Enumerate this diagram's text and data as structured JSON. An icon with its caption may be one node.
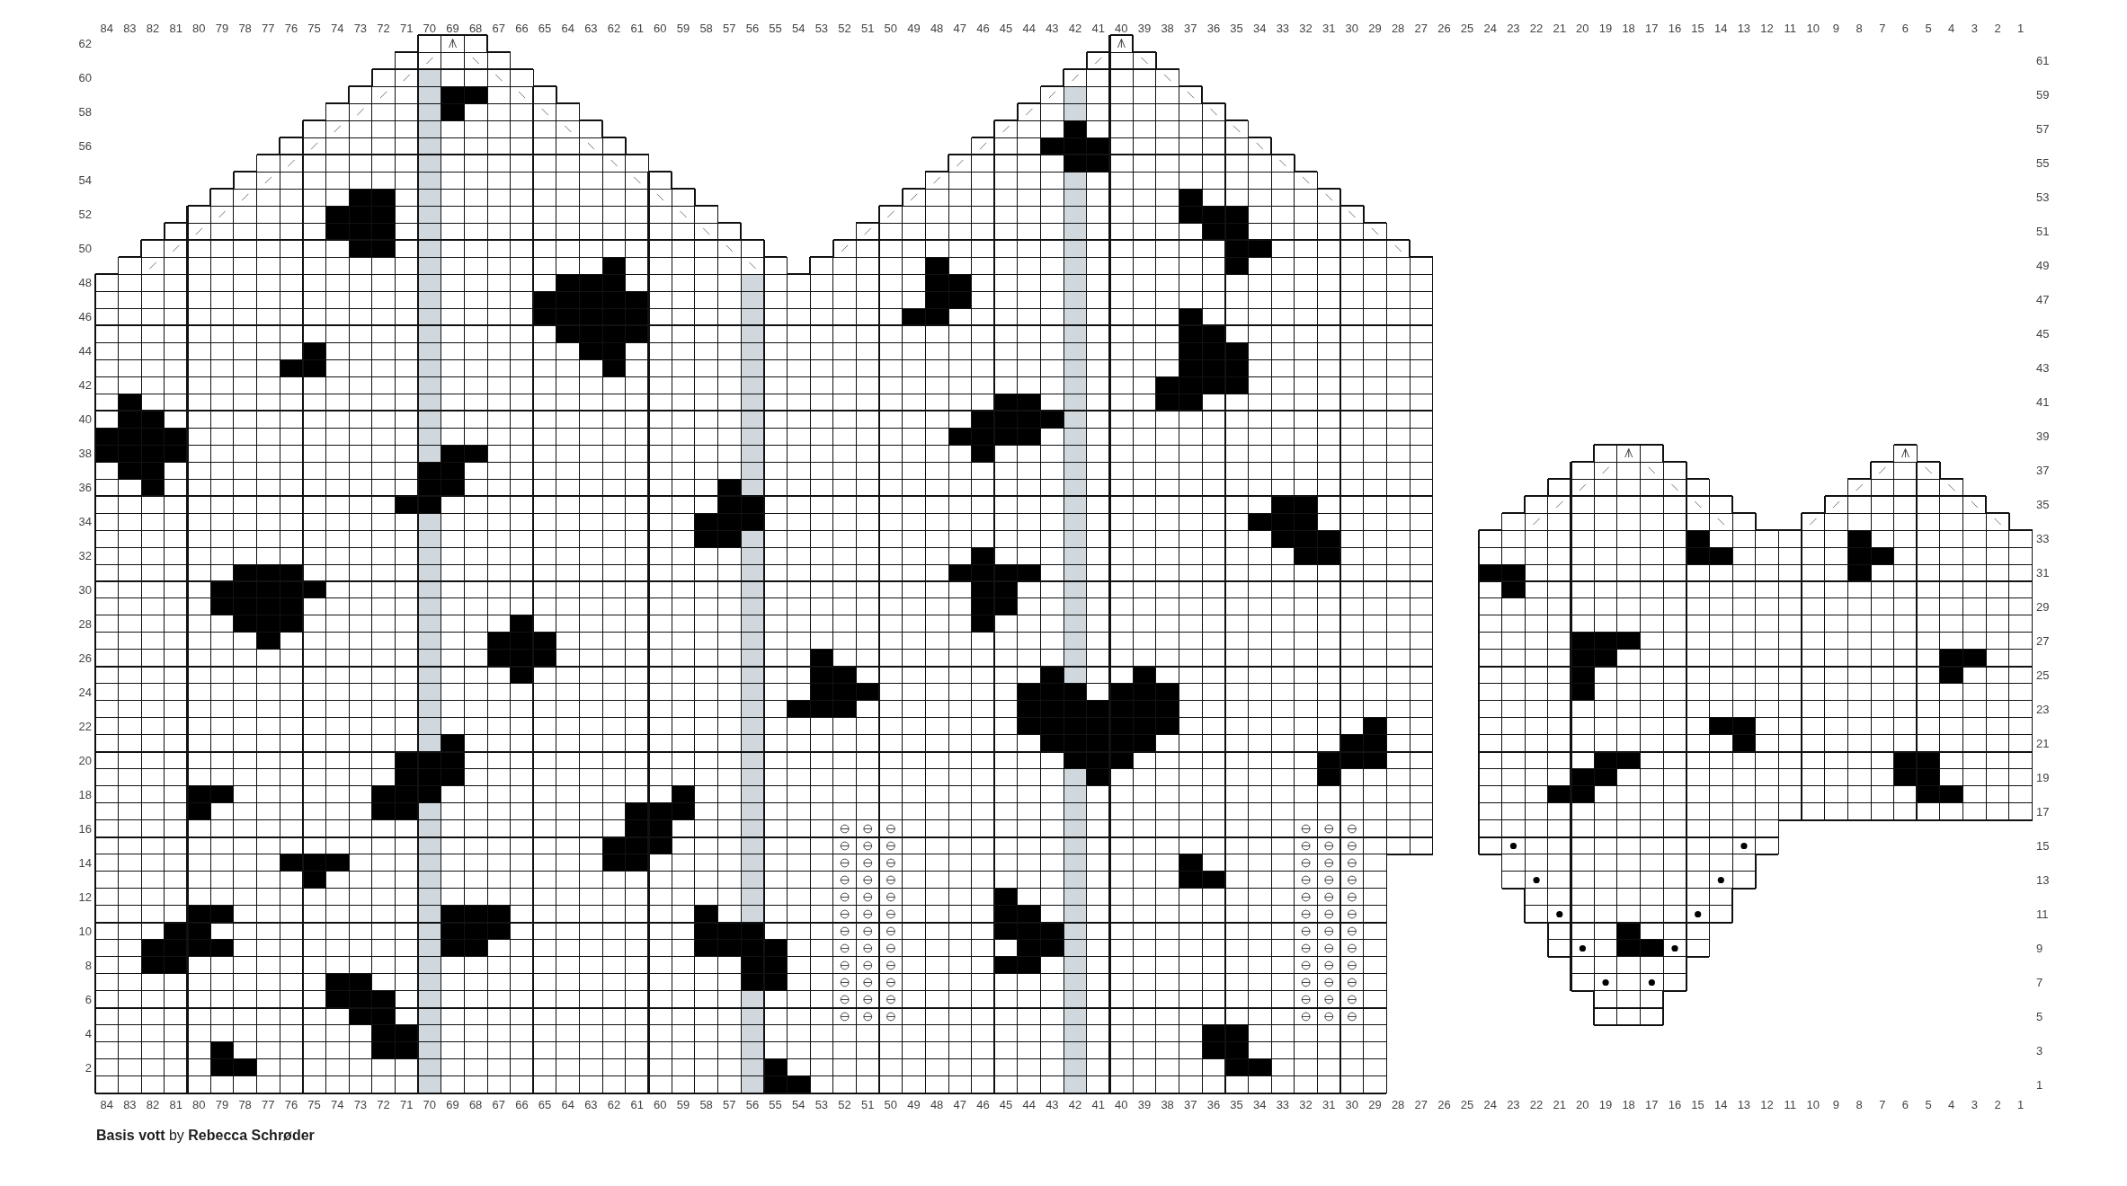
{
  "diagram": {
    "title": "**Basis vott** by **Rebecca Schrøder**",
    "labels": [
      "84",
      "83",
      "82",
      "81",
      "80",
      "79",
      "78",
      "77",
      "76",
      "75",
      "74",
      "73",
      "72",
      "71",
      "70",
      "69",
      "68",
      "67",
      "66",
      "65",
      "64",
      "63",
      "62",
      "61",
      "60",
      "59",
      "58",
      "57",
      "56",
      "55",
      "54",
      "53",
      "52",
      "51",
      "50",
      "49",
      "48",
      "47",
      "46",
      "45",
      "44",
      "43",
      "42",
      "41",
      "40",
      "39",
      "38",
      "37",
      "36",
      "35",
      "34",
      "33",
      "32",
      "31",
      "30",
      "29",
      "28",
      "27",
      "26",
      "25",
      "24",
      "23",
      "22",
      "21",
      "20",
      "19",
      "18",
      "17",
      "16",
      "15",
      "14",
      "13",
      "12",
      "11",
      "10",
      "9",
      "8",
      "7",
      "6",
      "5",
      "4",
      "3",
      "2",
      "1",
      "62",
      "61",
      "60",
      "59",
      "58",
      "57",
      "56",
      "55",
      "54",
      "53",
      "52",
      "51",
      "50",
      "49",
      "48",
      "47",
      "46",
      "45",
      "44",
      "43",
      "42",
      "41",
      "40",
      "39",
      "38",
      "37",
      "36",
      "35",
      "34",
      "33",
      "32",
      "31",
      "30",
      "29",
      "28",
      "27",
      "26",
      "25",
      "24",
      "23",
      "22",
      "21",
      "20",
      "19",
      "18",
      "17",
      "16",
      "15",
      "14",
      "13",
      "12",
      "11",
      "10",
      "9",
      "8",
      "7",
      "6",
      "5",
      "4",
      "3",
      "2",
      "1",
      "84",
      "83",
      "82",
      "81",
      "80",
      "79",
      "78",
      "77",
      "76",
      "75",
      "74",
      "73",
      "72",
      "71",
      "70",
      "69",
      "68",
      "67",
      "66",
      "65",
      "64",
      "63",
      "62",
      "61",
      "60",
      "59",
      "58",
      "57",
      "56",
      "55",
      "54",
      "53",
      "52",
      "51",
      "50",
      "49",
      "48",
      "47",
      "46",
      "45",
      "44",
      "43",
      "42",
      "41",
      "40",
      "39",
      "38",
      "37",
      "36",
      "35",
      "34",
      "33",
      "32",
      "31",
      "30",
      "29",
      "28",
      "27",
      "26",
      "25",
      "24",
      "23",
      "22",
      "21",
      "20",
      "19",
      "18",
      "17",
      "16",
      "15",
      "14",
      "13",
      "12",
      "11",
      "10",
      "9",
      "8",
      "7",
      "6",
      "5",
      "4",
      "3",
      "2",
      "1"
    ]
  }
}
